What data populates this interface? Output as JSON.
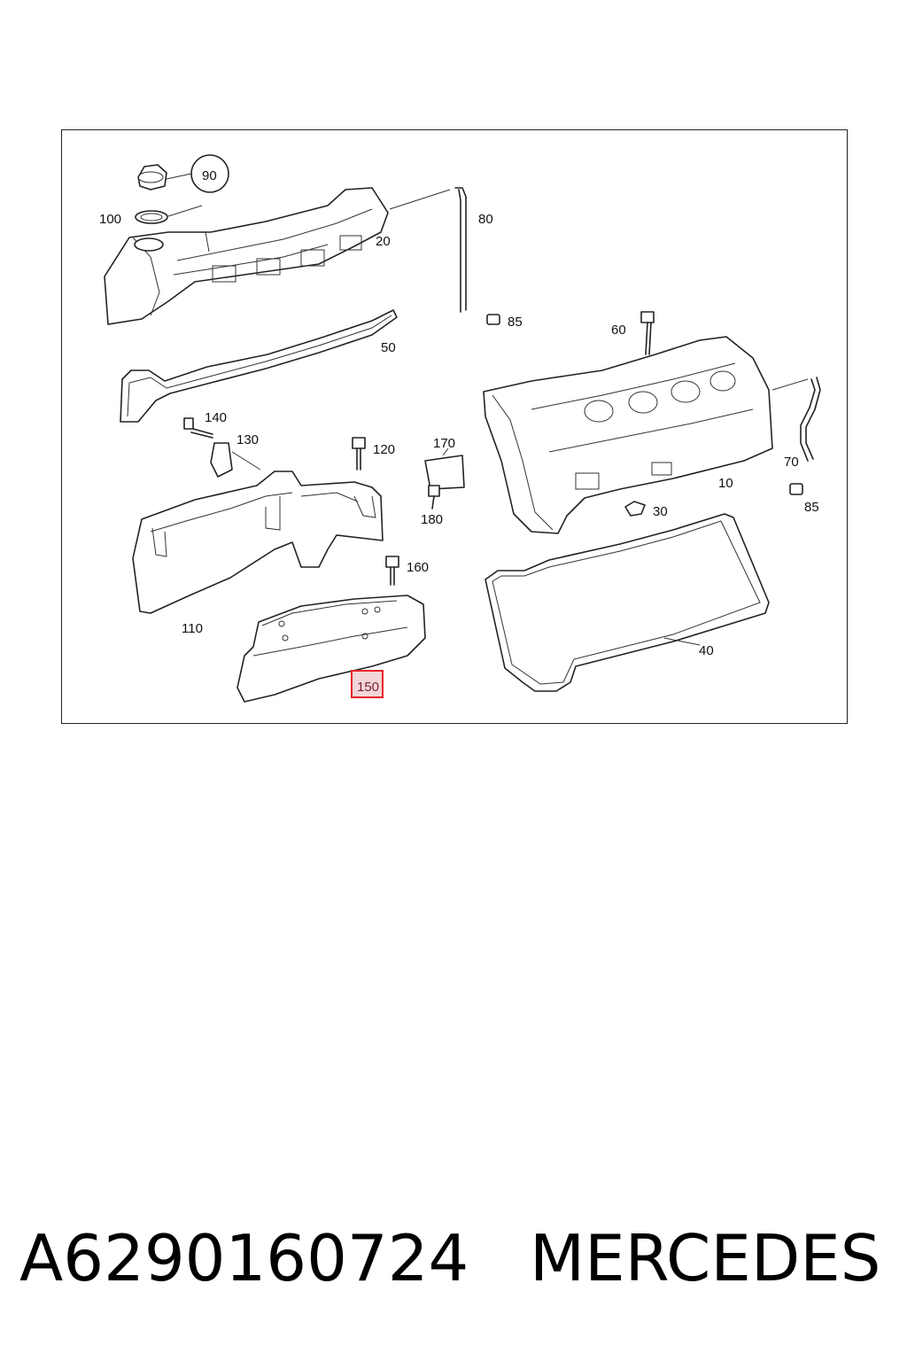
{
  "diagram": {
    "labels": {
      "p90": "90",
      "p100": "100",
      "p20": "20",
      "p80": "80",
      "p85a": "85",
      "p60": "60",
      "p50": "50",
      "p140": "140",
      "p130": "130",
      "p120": "120",
      "p170": "170",
      "p180": "180",
      "p70": "70",
      "p10": "10",
      "p85b": "85",
      "p30": "30",
      "p160": "160",
      "p110": "110",
      "p40": "40",
      "p150": "150"
    },
    "highlight_color": "#e8202a"
  },
  "caption": {
    "part_number": "A6290160724",
    "brand": "MERCEDES"
  }
}
